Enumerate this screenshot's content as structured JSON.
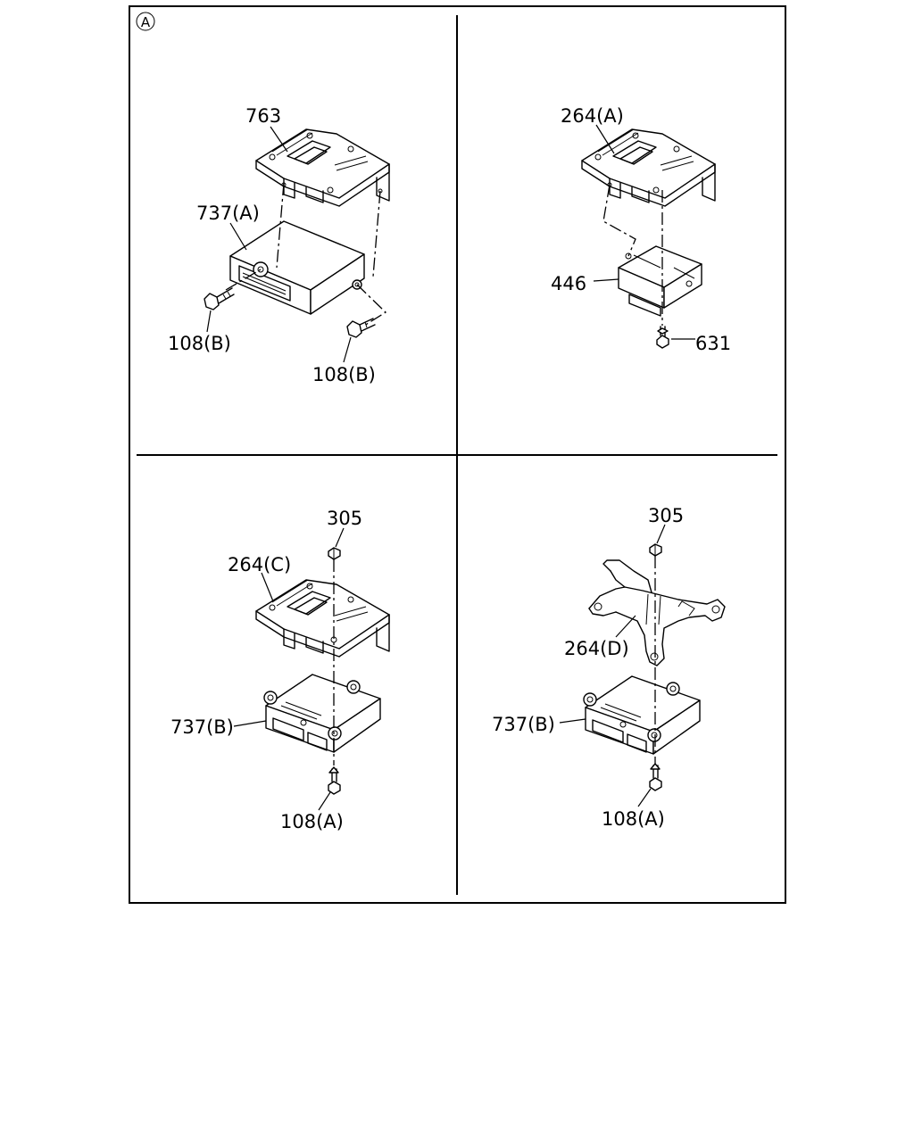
{
  "view_marker": "A",
  "panels": {
    "top_left": {
      "bracket_label": "763",
      "module_label": "737(A)",
      "bolt_left_label": "108(B)",
      "bolt_right_label": "108(B)"
    },
    "top_right": {
      "bracket_label": "264(A)",
      "module_label": "446",
      "screw_label": "631"
    },
    "bottom_left": {
      "nut_label": "305",
      "bracket_label": "264(C)",
      "module_label": "737(B)",
      "bolt_label": "108(A)"
    },
    "bottom_right": {
      "nut_label": "305",
      "bracket_label": "264(D)",
      "module_label": "737(B)",
      "bolt_label": "108(A)"
    }
  }
}
